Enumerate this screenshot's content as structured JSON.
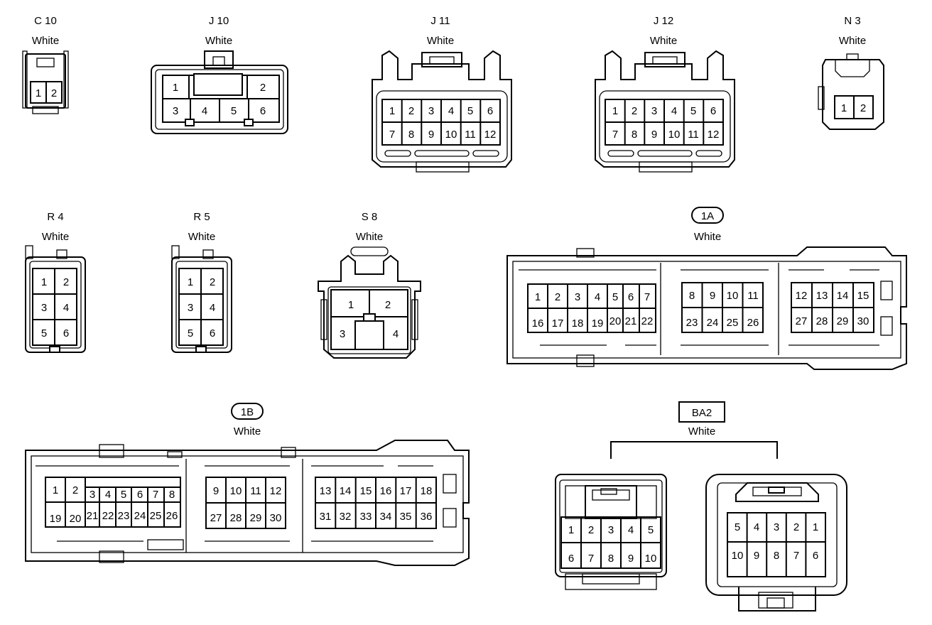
{
  "connectors": {
    "c10": {
      "name": "C 10",
      "color": "White"
    },
    "j10": {
      "name": "J 10",
      "color": "White"
    },
    "j11": {
      "name": "J 11",
      "color": "White"
    },
    "j12": {
      "name": "J 12",
      "color": "White"
    },
    "n3": {
      "name": "N 3",
      "color": "White"
    },
    "r4": {
      "name": "R 4",
      "color": "White"
    },
    "r5": {
      "name": "R 5",
      "color": "White"
    },
    "s8": {
      "name": "S 8",
      "color": "White"
    },
    "c1a": {
      "name": "1A",
      "color": "White"
    },
    "c1b": {
      "name": "1B",
      "color": "White"
    },
    "ba2": {
      "name": "BA2",
      "color": "White"
    }
  },
  "pins": {
    "c10": [
      "1",
      "2"
    ],
    "j10": [
      "1",
      "2",
      "3",
      "4",
      "5",
      "6"
    ],
    "j11": [
      "1",
      "2",
      "3",
      "4",
      "5",
      "6",
      "7",
      "8",
      "9",
      "10",
      "11",
      "12"
    ],
    "j12": [
      "1",
      "2",
      "3",
      "4",
      "5",
      "6",
      "7",
      "8",
      "9",
      "10",
      "11",
      "12"
    ],
    "n3": [
      "1",
      "2"
    ],
    "r4": [
      "1",
      "2",
      "3",
      "4",
      "5",
      "6"
    ],
    "r5": [
      "1",
      "2",
      "3",
      "4",
      "5",
      "6"
    ],
    "s8": [
      "1",
      "2",
      "3",
      "4"
    ],
    "c1a_top": [
      "1",
      "2",
      "3",
      "4",
      "5",
      "6",
      "7",
      "8",
      "9",
      "10",
      "11",
      "12",
      "13",
      "14",
      "15"
    ],
    "c1a_bottom": [
      "16",
      "17",
      "18",
      "19",
      "20",
      "21",
      "22",
      "23",
      "24",
      "25",
      "26",
      "27",
      "28",
      "29",
      "30"
    ],
    "c1b_top": [
      "1",
      "2",
      "3",
      "4",
      "5",
      "6",
      "7",
      "8",
      "9",
      "10",
      "11",
      "12",
      "13",
      "14",
      "15",
      "16",
      "17",
      "18"
    ],
    "c1b_bottom": [
      "19",
      "20",
      "21",
      "22",
      "23",
      "24",
      "25",
      "26",
      "27",
      "28",
      "29",
      "30",
      "31",
      "32",
      "33",
      "34",
      "35",
      "36"
    ],
    "ba2_left_top": [
      "1",
      "2",
      "3",
      "4",
      "5"
    ],
    "ba2_left_bottom": [
      "6",
      "7",
      "8",
      "9",
      "10"
    ],
    "ba2_right_top": [
      "5",
      "4",
      "3",
      "2",
      "1"
    ],
    "ba2_right_bottom": [
      "10",
      "9",
      "8",
      "7",
      "6"
    ]
  }
}
